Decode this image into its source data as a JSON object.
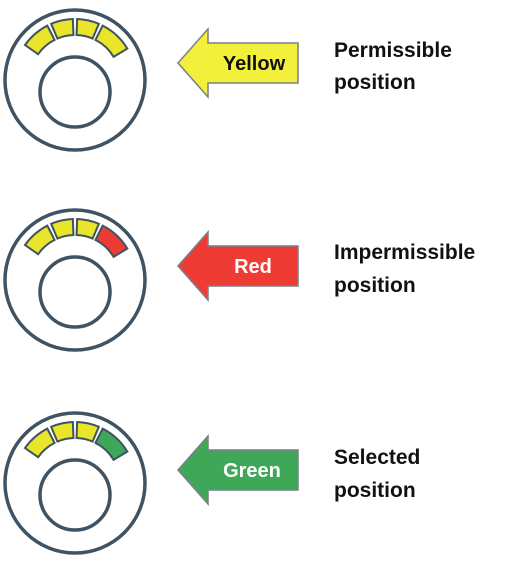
{
  "colors": {
    "outline": "#3f5363",
    "yellow": "#e9e52b",
    "red": "#ee3b33",
    "green": "#3ea858",
    "dark_text": "#111111",
    "light_text": "#ffffff"
  },
  "rows": [
    {
      "indicator": {
        "segments": [
          "yellow",
          "yellow",
          "yellow",
          "yellow"
        ]
      },
      "arrow": {
        "label": "Yellow",
        "fill": "#f3f03c",
        "text_color": "#111111"
      },
      "description": [
        "Permissible",
        "position"
      ]
    },
    {
      "indicator": {
        "segments": [
          "yellow",
          "yellow",
          "yellow",
          "red"
        ]
      },
      "arrow": {
        "label": "Red",
        "fill": "#ee3b33",
        "text_color": "#ffffff"
      },
      "description": [
        "Impermissible",
        "position"
      ]
    },
    {
      "indicator": {
        "segments": [
          "yellow",
          "yellow",
          "yellow",
          "green"
        ]
      },
      "arrow": {
        "label": "Green",
        "fill": "#3ea858",
        "text_color": "#ffffff"
      },
      "description": [
        "Selected",
        "position"
      ]
    }
  ]
}
